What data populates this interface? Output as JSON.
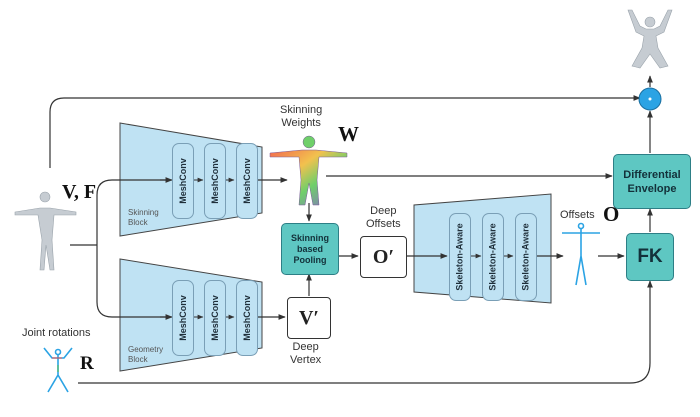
{
  "diagram": {
    "inputs": {
      "mesh": "V, F",
      "joint_rotations_label": "Joint rotations",
      "joint_rotations_symbol": "R"
    },
    "skinning_block": {
      "label": "Skinning\nBlock",
      "layers": [
        "MeshConv",
        "MeshConv",
        "MeshConv"
      ]
    },
    "geometry_block": {
      "label": "Geometry\nBlock",
      "layers": [
        "MeshConv",
        "MeshConv",
        "MeshConv"
      ]
    },
    "skinning_weights_label": "Skinning\nWeights",
    "skinning_weights_symbol": "W",
    "pooling": "Skinning\nbased\nPooling",
    "deep_offsets_label": "Deep\nOffsets",
    "deep_offsets_symbol": "O′",
    "deep_vertex_label": "Deep\nVertex",
    "deep_vertex_symbol": "V′",
    "skeleton_block": {
      "layers": [
        "Skeleton-Aware",
        "Skeleton-Aware",
        "Skeleton-Aware"
      ]
    },
    "offsets_label": "Offsets",
    "offsets_symbol": "O",
    "fk": "FK",
    "differential_envelope": "Differential\nEnvelope",
    "colors": {
      "block_fill": "#bfe2f3",
      "teal": "#5ec7c2",
      "output_node": "#2ba3e4",
      "line": "#333333"
    }
  }
}
